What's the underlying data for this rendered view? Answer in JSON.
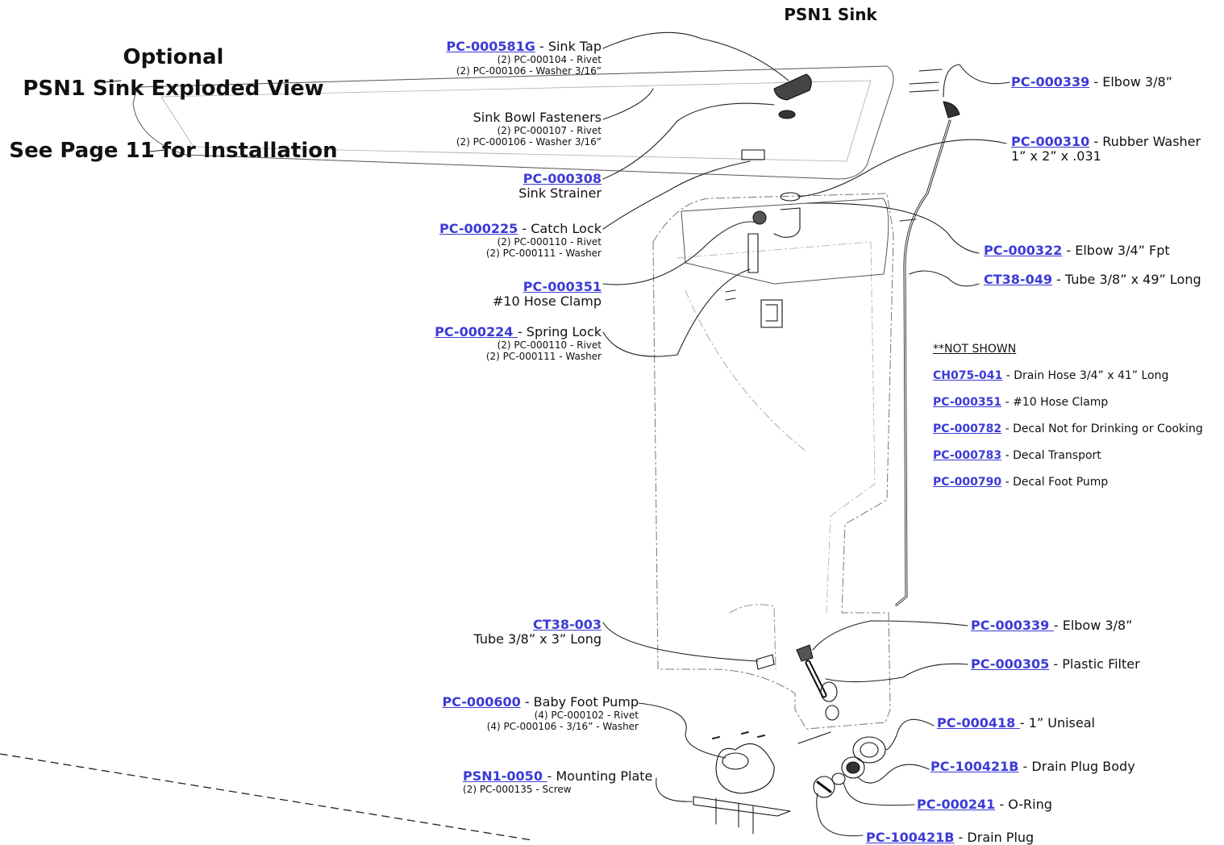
{
  "page": {
    "header": "PSN1 Sink",
    "side_title_1": "Optional",
    "side_title_2": "PSN1 Sink Exploded View",
    "side_note": "See Page 11 for Installation"
  },
  "callouts_left": [
    {
      "pn": "PC-000581G",
      "desc": " - Sink Tap",
      "subs": [
        "(2) PC-000104 - Rivet",
        "(2) PC-000106 - Washer 3/16”"
      ]
    },
    {
      "pn": "",
      "desc": "Sink Bowl Fasteners",
      "subs": [
        "(2) PC-000107 - Rivet",
        "(2) PC-000106 - Washer 3/16”"
      ]
    },
    {
      "pn": "PC-000308",
      "desc": "Sink Strainer",
      "subs": []
    },
    {
      "pn": "PC-000225",
      "desc": " - Catch Lock",
      "subs": [
        "(2) PC-000110 - Rivet",
        "(2) PC-000111 - Washer"
      ]
    },
    {
      "pn": "PC-000351",
      "desc": "#10 Hose Clamp",
      "subs": []
    },
    {
      "pn": "PC-000224 ",
      "desc": " - Spring Lock",
      "subs": [
        "(2) PC-000110 - Rivet",
        "(2) PC-000111 - Washer"
      ]
    },
    {
      "pn": "CT38-003",
      "desc": "Tube 3/8” x 3”  Long",
      "subs": []
    },
    {
      "pn": "PC-000600",
      "desc": " - Baby Foot Pump",
      "subs": [
        "(4) PC-000102 - Rivet",
        "(4) PC-000106 - 3/16” - Washer"
      ]
    },
    {
      "pn": "PSN1-0050 ",
      "desc": " - Mounting Plate",
      "subs": [
        "(2) PC-000135 - Screw"
      ]
    }
  ],
  "callouts_right": [
    {
      "pn": "PC-000339",
      "desc": " - Elbow 3/8”"
    },
    {
      "pn": "PC-000310",
      "desc": " - Rubber Washer",
      "desc2": "1” x 2” x .031"
    },
    {
      "pn": "PC-000322",
      "desc": " - Elbow 3/4” Fpt"
    },
    {
      "pn": "CT38-049",
      "desc": " - Tube 3/8” x 49” Long"
    },
    {
      "pn": "PC-000339 ",
      "desc": " - Elbow 3/8”"
    },
    {
      "pn": "PC-000305",
      "desc": " - Plastic Filter"
    },
    {
      "pn": "PC-000418 ",
      "desc": " - 1” Uniseal"
    },
    {
      "pn": "PC-100421B",
      "desc": " - Drain Plug Body"
    },
    {
      "pn": "PC-000241",
      "desc": " - O-Ring"
    },
    {
      "pn": "PC-100421B",
      "desc": " - Drain Plug"
    }
  ],
  "not_shown": {
    "heading": "**NOT SHOWN",
    "items": [
      {
        "pn": "CH075-041",
        "desc": " - Drain Hose 3/4” x 41” Long"
      },
      {
        "pn": "PC-000351",
        "desc": " - #10 Hose Clamp"
      },
      {
        "pn": "PC-000782",
        "desc": " - Decal Not for Drinking or Cooking"
      },
      {
        "pn": "PC-000783",
        "desc": " - Decal Transport"
      },
      {
        "pn": "PC-000790",
        "desc": " - Decal Foot Pump"
      }
    ]
  },
  "colors": {
    "link": "#3b3bd6",
    "text": "#111111",
    "line": "#222222"
  }
}
